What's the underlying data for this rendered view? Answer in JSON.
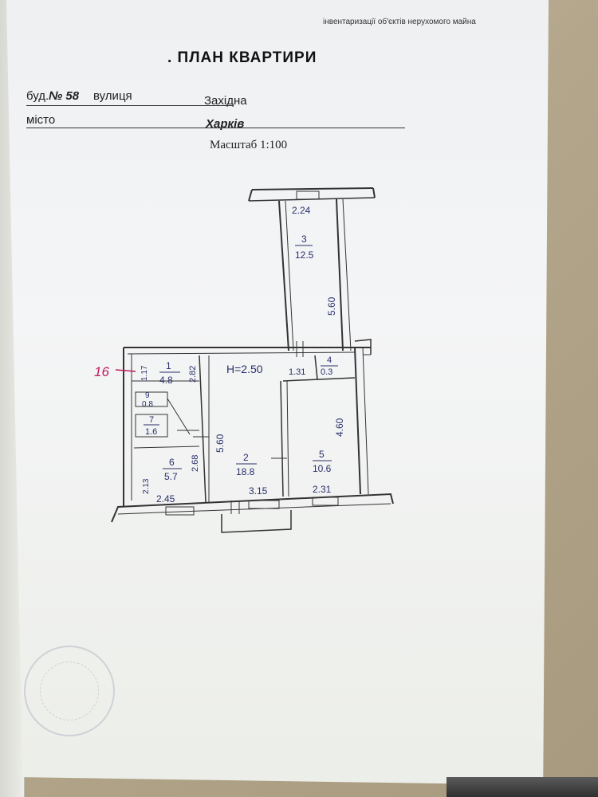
{
  "header": {
    "registry_note": "інвентаризації об'єктів нерухомого майна",
    "title": ". ПЛАН КВАРТИРИ"
  },
  "address": {
    "building_label": "буд.",
    "building_number": "№ 58",
    "street_label": "вулиця",
    "street_value": "Західна",
    "city_label": "місто",
    "city_value": "Харків"
  },
  "scale": "Масштаб 1:100",
  "apartment_marker": "16",
  "ceiling_height": "Н=2.50",
  "rooms": [
    {
      "number": "1",
      "area": "4.8"
    },
    {
      "number": "2",
      "area": "18.8"
    },
    {
      "number": "3",
      "area": "12.5"
    },
    {
      "number": "4",
      "area": "0.3"
    },
    {
      "number": "5",
      "area": "10.6"
    },
    {
      "number": "6",
      "area": "5.7"
    },
    {
      "number": "7",
      "area": "1.6"
    },
    {
      "number": "9",
      "area": "0.8"
    }
  ],
  "dimensions": {
    "d_2_24": "2.24",
    "d_5_60_balcony": "5.60",
    "d_1_31": "1.31",
    "d_4_60": "4.60",
    "d_5_60_room2": "5.60",
    "d_3_15": "3.15",
    "d_2_31": "2.31",
    "d_2_45": "2.45",
    "d_2_68": "2.68",
    "d_2_82": "2.82",
    "d_1_17": "1.17",
    "d_2_13": "2.13"
  },
  "colors": {
    "ink": "#2a2f6a",
    "marker": "#c2185b",
    "wall": "#333333"
  }
}
